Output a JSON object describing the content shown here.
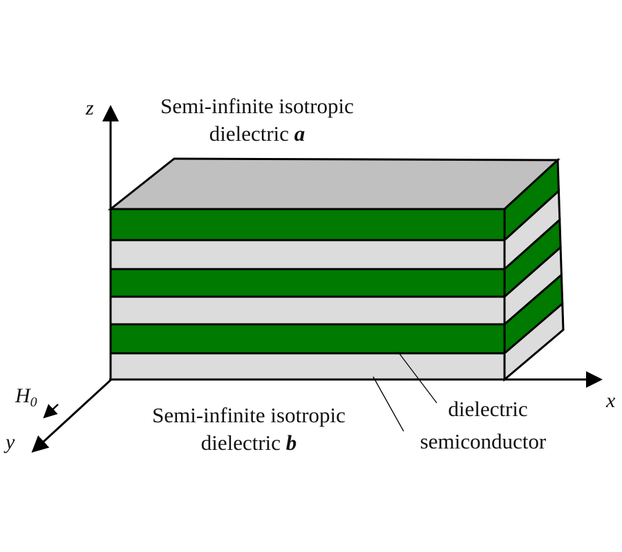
{
  "axes": {
    "z": "z",
    "x": "x",
    "y": "y",
    "field": "H",
    "field_sub": "0"
  },
  "top_medium": {
    "line1": "Semi-infinite isotropic",
    "line2": "dielectric ",
    "letter": "a"
  },
  "bottom_medium": {
    "line1": "Semi-infinite isotropic",
    "line2": "dielectric ",
    "letter": "b"
  },
  "layer_labels": {
    "dielectric": "dielectric",
    "semiconductor": "semiconductor"
  },
  "colors": {
    "semiconductor": "#007a00",
    "dielectric": "#dcdcdc",
    "top_face": "#c0c0c0"
  }
}
